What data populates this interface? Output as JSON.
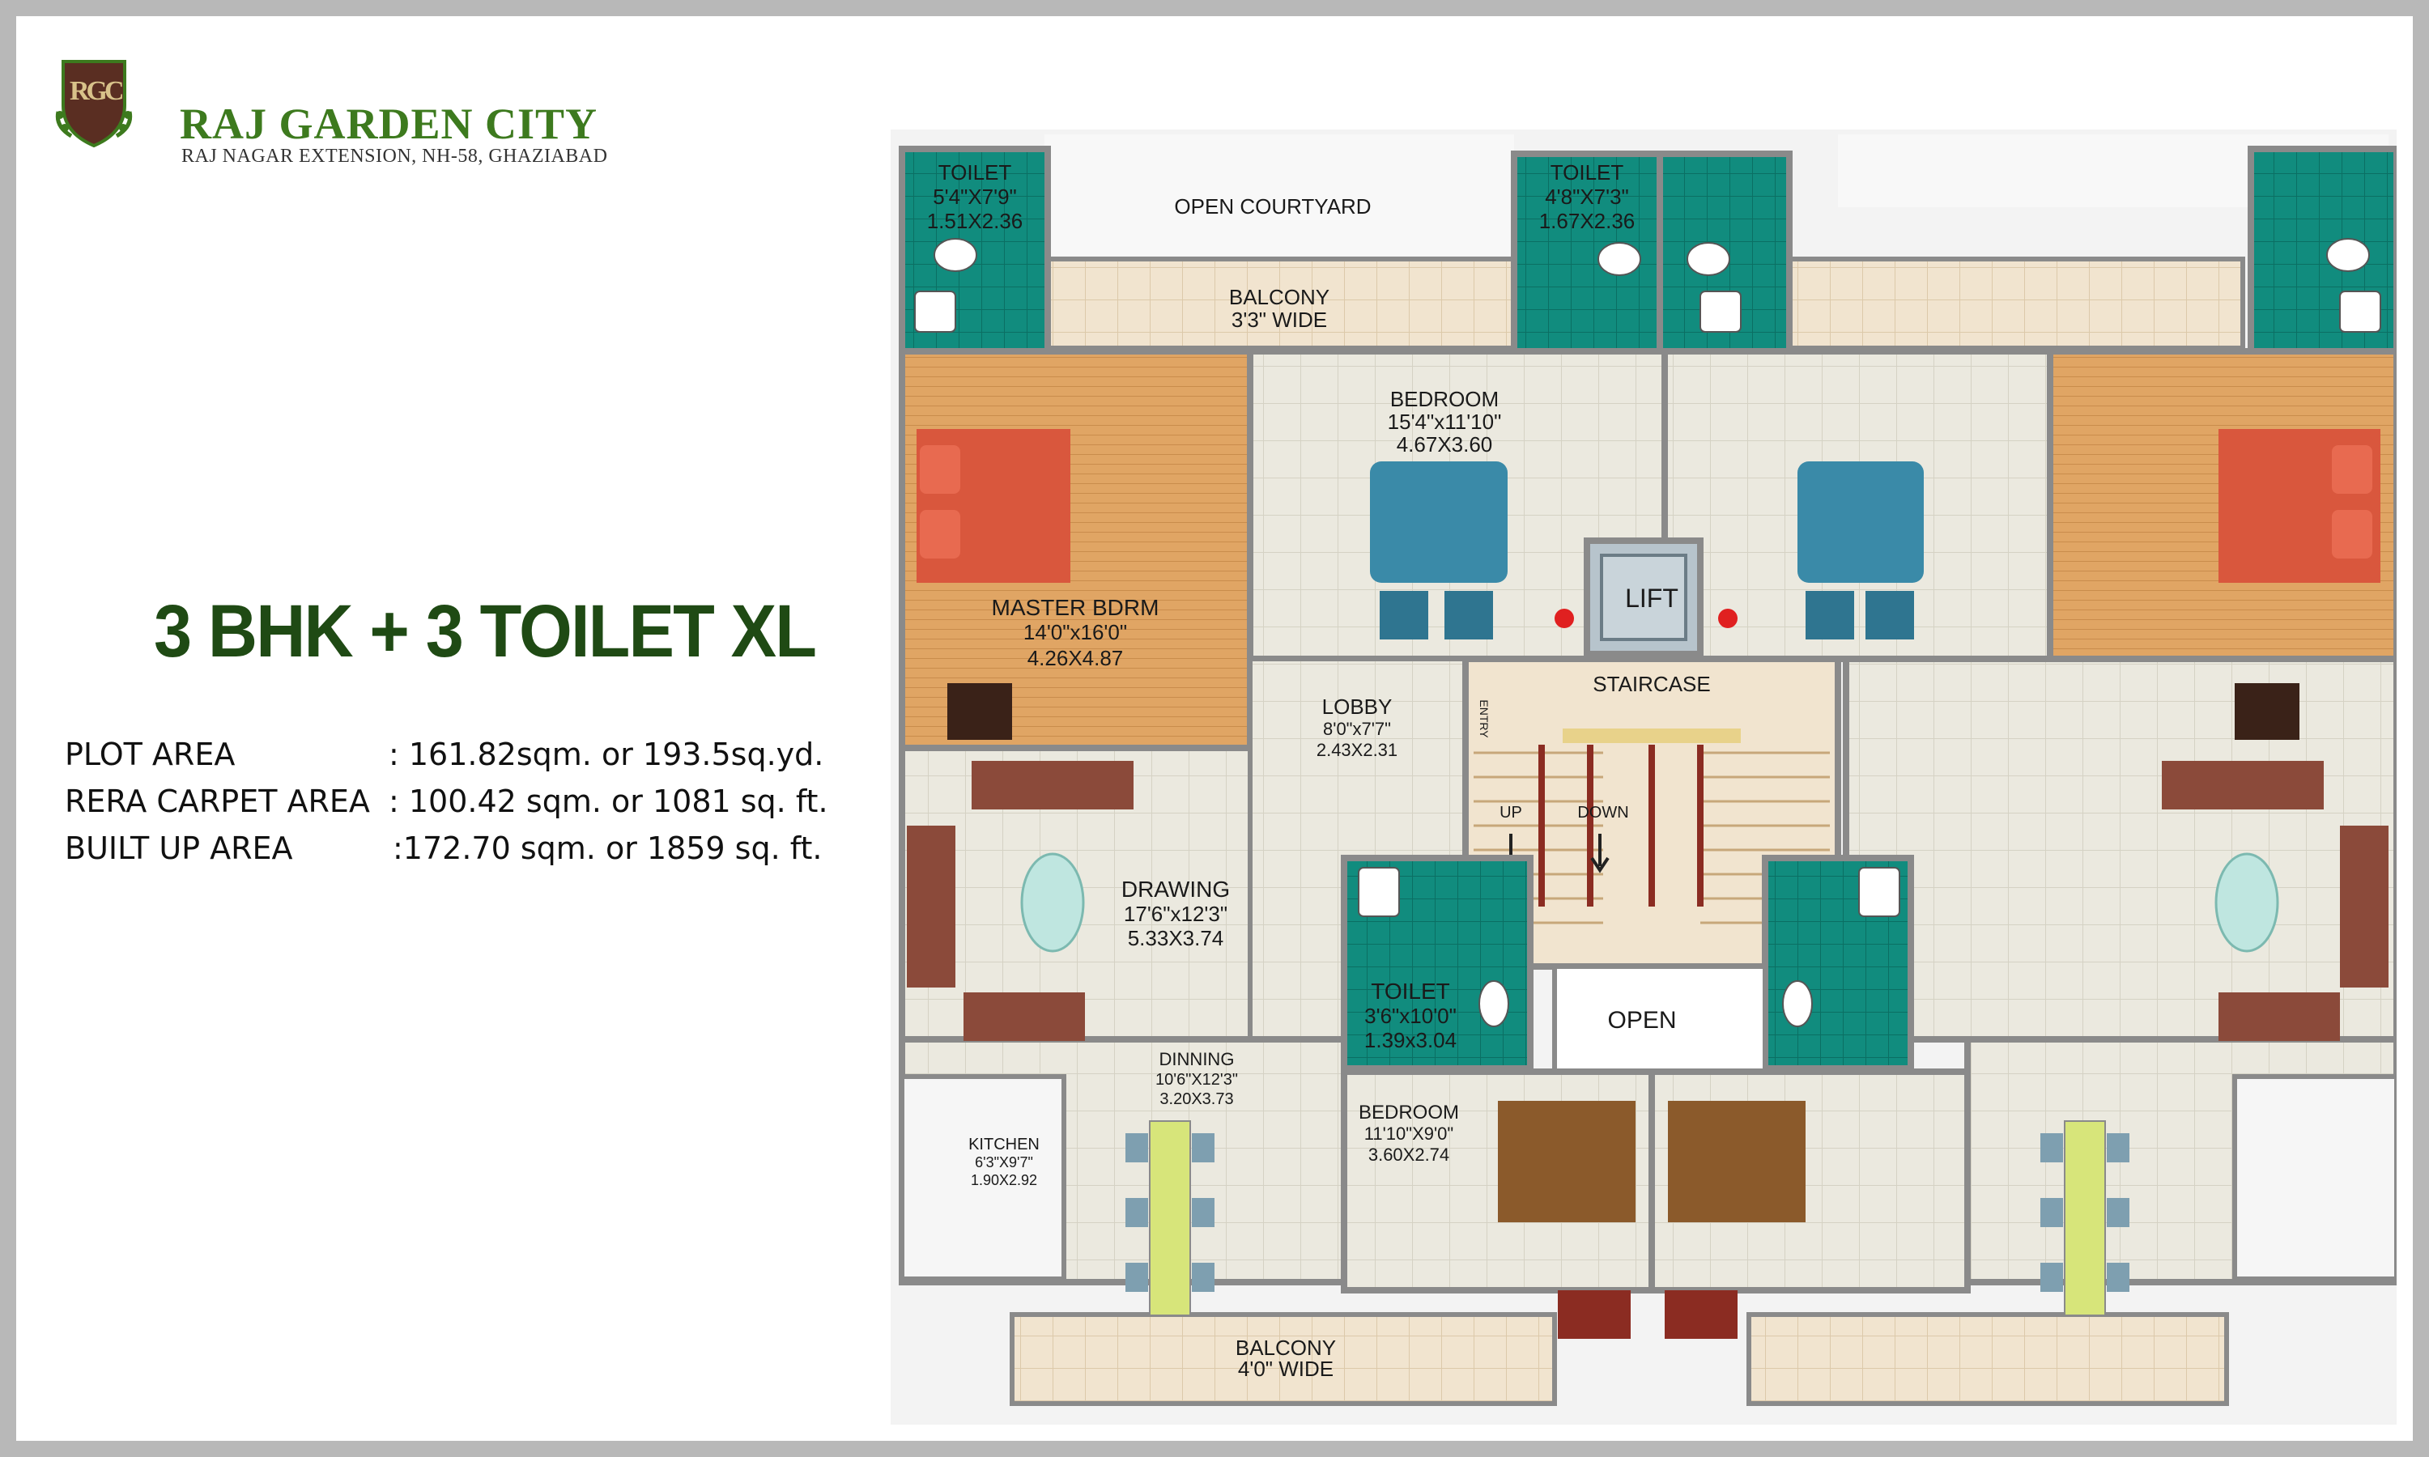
{
  "brand": {
    "monogram": "RGC",
    "name": "RAJ GARDEN CITY",
    "tagline": "RAJ NAGAR EXTENSION, NH-58, GHAZIABAD"
  },
  "unit_title": "3 BHK + 3 TOILET XL",
  "areas": [
    {
      "label": "PLOT AREA",
      "value": ": 161.82sqm. or 193.5sq.yd."
    },
    {
      "label": "RERA CARPET AREA",
      "value": ": 100.42 sqm. or 1081  sq.  ft."
    },
    {
      "label": "BUILT UP AREA",
      "value": ":172.70 sqm. or 1859  sq.  ft."
    }
  ],
  "rooms": {
    "toilet_a": {
      "name": "TOILET",
      "imperial": "5'4\"X7'9\"",
      "metric": "1.51X2.36"
    },
    "toilet_b": {
      "name": "TOILET",
      "imperial": "4'8\"X7'3\"",
      "metric": "1.67X2.36"
    },
    "courtyard": {
      "name": "OPEN COURTYARD"
    },
    "balcony_top": {
      "name": "BALCONY",
      "size": "3'3\" WIDE"
    },
    "bedroom_top": {
      "name": "BEDROOM",
      "imperial": "15'4\"x11'10\"",
      "metric": "4.67X3.60"
    },
    "master": {
      "name": "MASTER BDRM",
      "imperial": "14'0\"x16'0\"",
      "metric": "4.26X4.87"
    },
    "lift": {
      "name": "LIFT"
    },
    "staircase": {
      "name": "STAIRCASE",
      "entry": "ENTRY",
      "up": "UP",
      "down": "DOWN"
    },
    "lobby": {
      "name": "LOBBY",
      "imperial": "8'0\"x7'7\"",
      "metric": "2.43X2.31"
    },
    "drawing": {
      "name": "DRAWING",
      "imperial": "17'6\"x12'3\"",
      "metric": "5.33X3.74"
    },
    "toilet_c": {
      "name": "TOILET",
      "imperial": "3'6\"x10'0\"",
      "metric": "1.39x3.04"
    },
    "open": {
      "name": "OPEN"
    },
    "dining": {
      "name": "DINNING",
      "imperial": "10'6\"X12'3\"",
      "metric": "3.20X3.73"
    },
    "kitchen": {
      "name": "KITCHEN",
      "imperial": "6'3\"X9'7\"",
      "metric": "1.90X2.92"
    },
    "bedroom_bottom": {
      "name": "BEDROOM",
      "imperial": "11'10\"X9'0\"",
      "metric": "3.60X2.74"
    },
    "balcony_bottom": {
      "name": "BALCONY",
      "size": "4'0\" WIDE"
    }
  },
  "colors": {
    "brand_green": "#3d7a1e",
    "title_green": "#1f4a14",
    "tile_teal": "#118c7e",
    "floor_wood": "#e0a564",
    "floor_tile": "#ebe9df",
    "bed_red": "#d9573d",
    "bed_blue": "#3a8aa8",
    "sofa_brown": "#8b4a3a",
    "wall": "#8a8a8a"
  }
}
